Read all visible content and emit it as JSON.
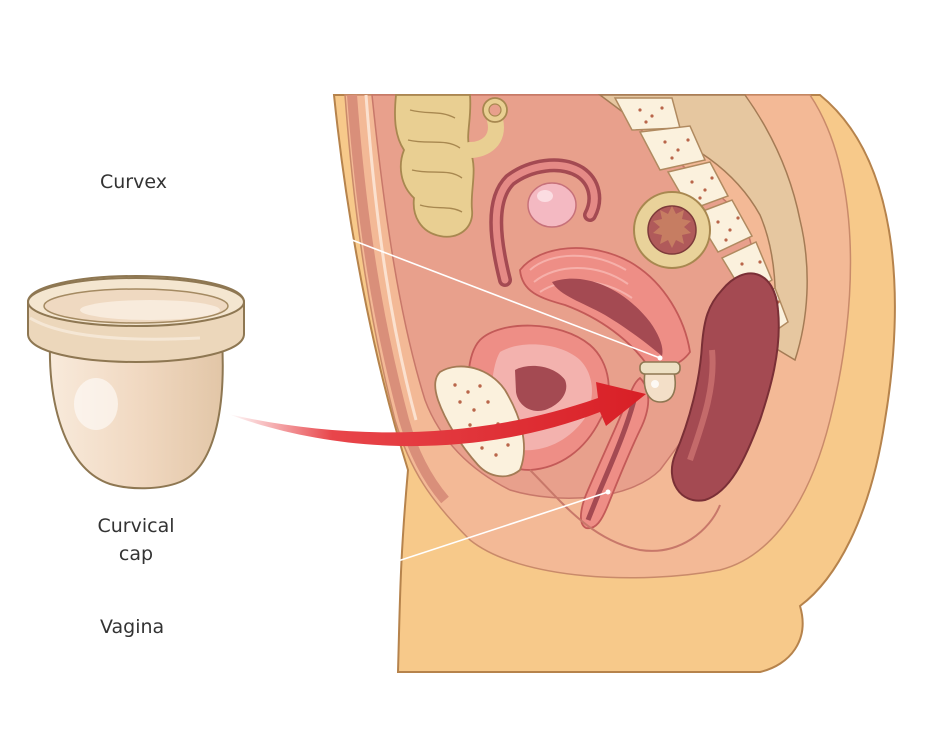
{
  "labels": {
    "curvex": "Curvex",
    "cervical_cap_line1": "Curvical",
    "cervical_cap_line2": "cap",
    "vagina": "Vagina"
  },
  "colors": {
    "skin": "#f7c98a",
    "skin_outline": "#b6834c",
    "pelvic_cavity": "#e8a08c",
    "muscle_pink": "#ee8e86",
    "dark_tissue": "#a44a52",
    "bone": "#fbf1dd",
    "bone_spots": "#b9664a",
    "cap": "#f3dfc8",
    "cap_outline": "#8e7752",
    "arrow": "#e3242b",
    "leader_line": "#ffffff"
  }
}
